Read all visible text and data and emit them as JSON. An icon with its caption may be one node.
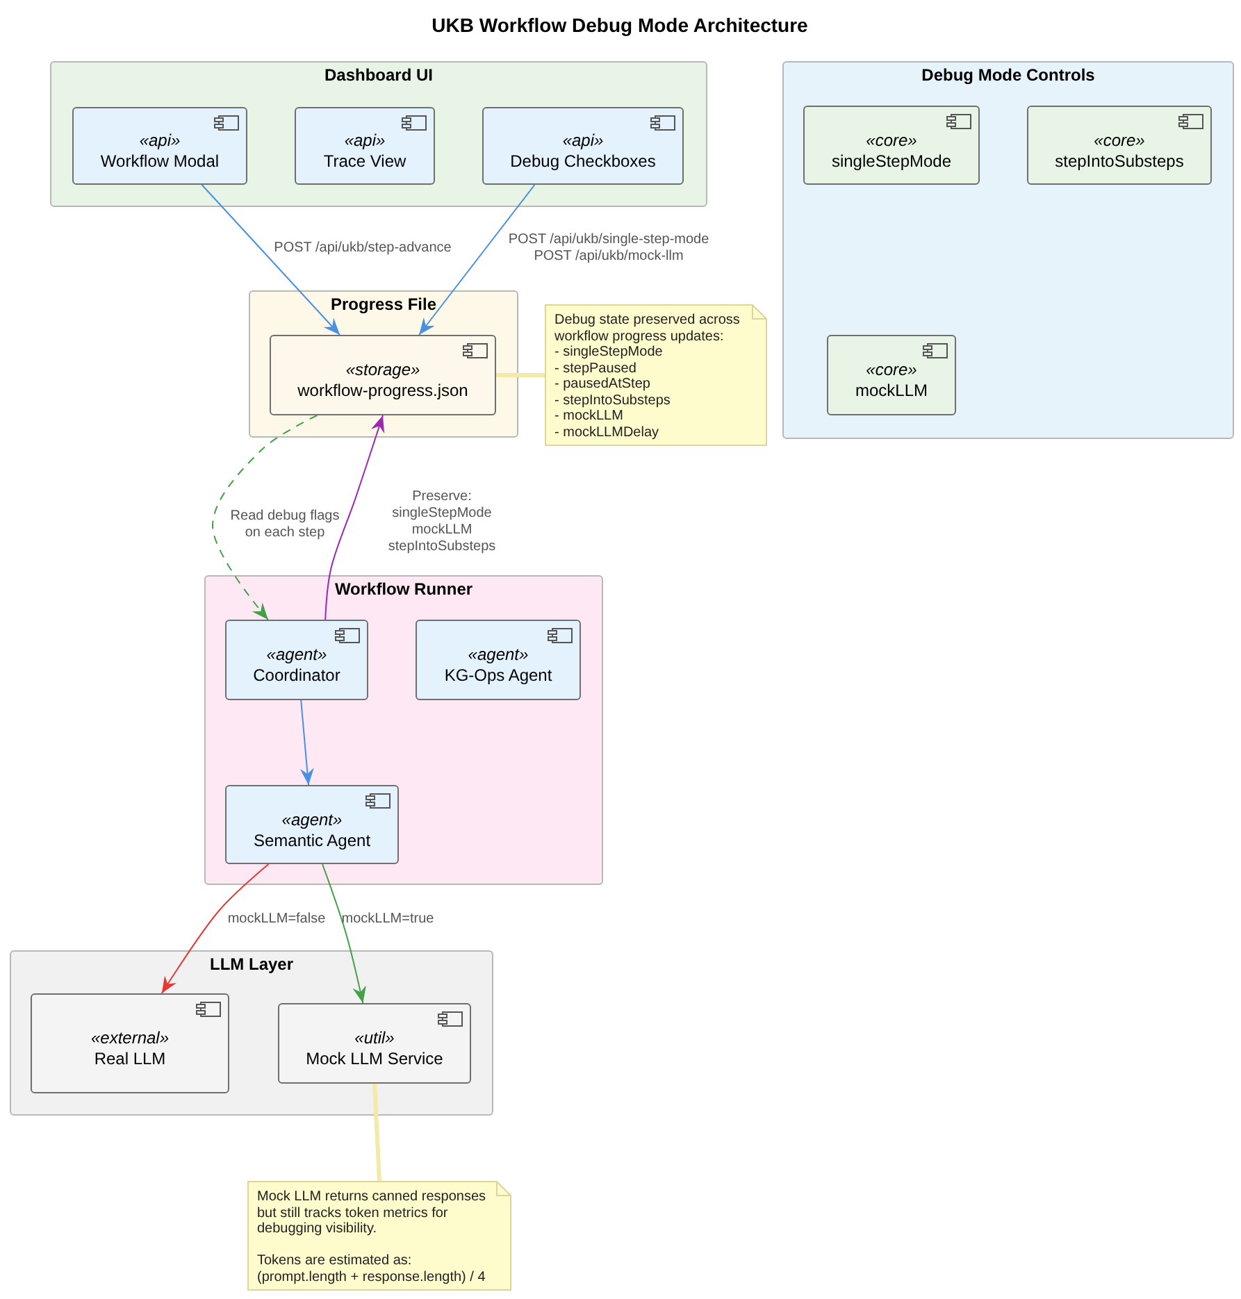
{
  "diagram": {
    "title": "UKB Workflow Debug Mode Architecture",
    "nodes": [
      {
        "text": [
          "Dashboard UI"
        ]
      },
      {
        "text": [
          "«api»",
          "Workflow Modal"
        ],
        "in": 0
      },
      {
        "text": [
          "«api»",
          "Trace View"
        ],
        "in": 0
      },
      {
        "text": [
          "«api»",
          "Debug Checkboxes"
        ],
        "in": 0
      },
      {
        "text": [
          "Debug Mode Controls"
        ]
      },
      {
        "text": [
          "«core»",
          "singleStepMode"
        ],
        "in": 4
      },
      {
        "text": [
          "«core»",
          "stepIntoSubsteps"
        ],
        "in": 4
      },
      {
        "text": [
          "«core»",
          "mockLLM"
        ],
        "in": 4
      },
      {
        "text": [
          "Progress File"
        ]
      },
      {
        "text": [
          "«storage»",
          "workflow-progress.json"
        ],
        "in": 8
      },
      {
        "text": [
          "Debug state preserved across workflow progress updates:",
          "- singleStepMode",
          "- stepPaused",
          "- pausedAtStep",
          "- stepIntoSubsteps",
          "- mockLLM",
          "- mockLLMDelay"
        ]
      },
      {
        "text": [
          "Workflow Runner"
        ]
      },
      {
        "text": [
          "«agent»",
          "Coordinator"
        ],
        "in": 11
      },
      {
        "text": [
          "«agent»",
          "KG-Ops Agent"
        ],
        "in": 11
      },
      {
        "text": [
          "«agent»",
          "Semantic Agent"
        ],
        "in": 11
      },
      {
        "text": [
          "LLM Layer"
        ]
      },
      {
        "text": [
          "«external»",
          "Real LLM"
        ],
        "in": 15
      },
      {
        "text": [
          "«util»",
          "Mock LLM Service"
        ],
        "in": 15
      },
      {
        "text": [
          "Mock LLM returns canned responses but still tracks token metrics for debugging visibility.",
          "Tokens are estimated as: (prompt.length + response.length) / 4"
        ]
      }
    ],
    "edges": [
      {
        "from": 1,
        "to": 9,
        "arrow": "to",
        "label": "POST /api/ukb/step-advance"
      },
      {
        "from": 3,
        "to": 9,
        "arrow": "to",
        "label": "POST /api/ukb/single-step-mode POST /api/ukb/mock-llm"
      },
      {
        "from": 9,
        "to": 12,
        "arrow": "to",
        "label": "Read debug flags on each step",
        "style": "dashed",
        "color": "#43a047"
      },
      {
        "from": 12,
        "to": 9,
        "arrow": "to",
        "label": "Preserve: singleStepMode mockLLM stepIntoSubsteps",
        "color": "#9c27b0"
      },
      {
        "from": 12,
        "to": 14,
        "arrow": "to"
      },
      {
        "from": 14,
        "to": 16,
        "arrow": "to",
        "label": "mockLLM=false",
        "color": "#e53935"
      },
      {
        "from": 14,
        "to": 17,
        "arrow": "to",
        "label": "mockLLM=true",
        "color": "#43a047"
      },
      {
        "from": 10,
        "to": 9,
        "arrow": "none",
        "style": "thick",
        "color": "#f2eaa6"
      },
      {
        "from": 18,
        "to": 17,
        "arrow": "none",
        "style": "thick",
        "color": "#f2eaa6"
      }
    ]
  }
}
